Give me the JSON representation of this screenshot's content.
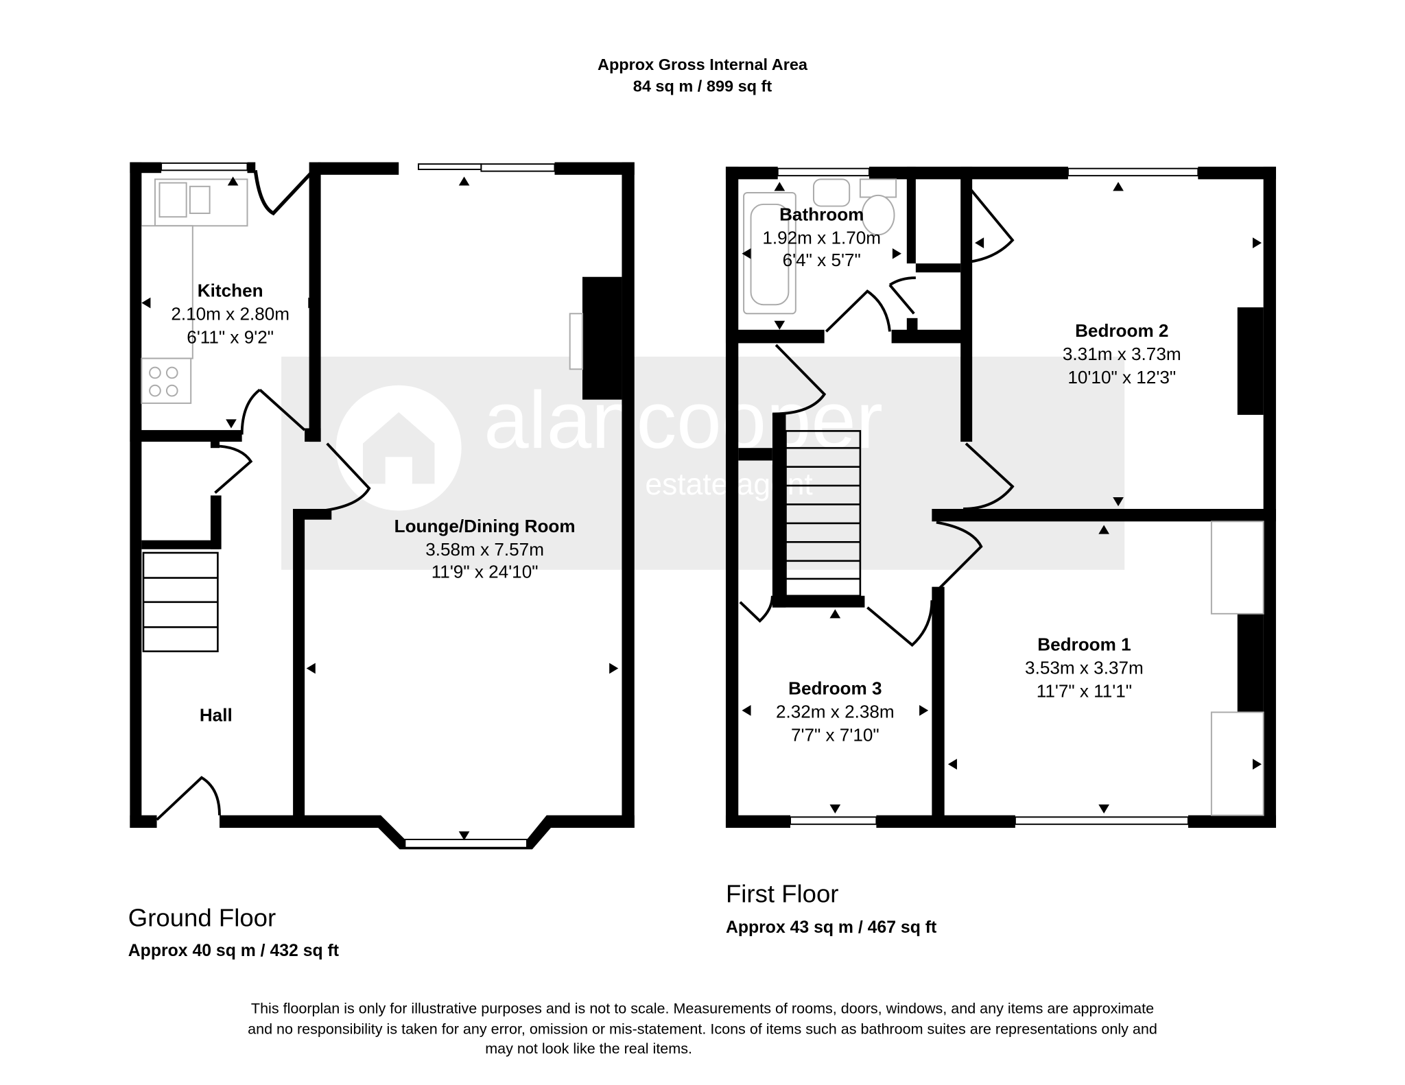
{
  "header": {
    "line1": "Approx Gross Internal Area",
    "line2": "84 sq m / 899 sq ft"
  },
  "watermark": {
    "brand": "alancooper",
    "tagline": "estate agent"
  },
  "ground_floor": {
    "title": "Ground Floor",
    "area": "Approx 40 sq m / 432 sq ft",
    "rooms": [
      {
        "name": "Kitchen",
        "metric": "2.10m x 2.80m",
        "imperial": "6'11\" x 9'2\""
      },
      {
        "name": "Lounge/Dining Room",
        "metric": "3.58m x 7.57m",
        "imperial": "11'9\" x 24'10\""
      },
      {
        "name": "Hall"
      }
    ]
  },
  "first_floor": {
    "title": "First Floor",
    "area": "Approx 43 sq m / 467 sq ft",
    "rooms": [
      {
        "name": "Bathroom",
        "metric": "1.92m x 1.70m",
        "imperial": "6'4\" x 5'7\""
      },
      {
        "name": "Bedroom 2",
        "metric": "3.31m x 3.73m",
        "imperial": "10'10\" x 12'3\""
      },
      {
        "name": "Bedroom 1",
        "metric": "3.53m x 3.37m",
        "imperial": "11'7\" x 11'1\""
      },
      {
        "name": "Bedroom 3",
        "metric": "2.32m x 2.38m",
        "imperial": "7'7\" x 7'10\""
      }
    ]
  },
  "disclaimer": {
    "line1": "This floorplan is only for illustrative purposes and is not to scale. Measurements of rooms, doors, windows, and any items are approximate",
    "line2": "and no responsibility is taken for any error, omission or mis-statement. Icons of items such as bathroom suites are representations only and",
    "line3": "may not look like the real items."
  }
}
